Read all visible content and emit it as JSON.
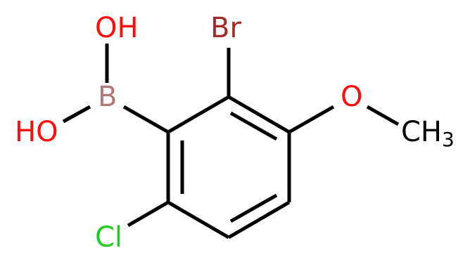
{
  "atoms": {
    "oh_top": {
      "text": "OH",
      "color": "#ff0d0d"
    },
    "oh_left": {
      "text": "HO",
      "color": "#ff0d0d"
    },
    "boron": {
      "text": "B",
      "color": "#b07a78"
    },
    "bromine": {
      "text": "Br",
      "color": "#a52a2a"
    },
    "oxygen": {
      "text": "O",
      "color": "#ff0d0d"
    },
    "methyl": {
      "text": "CH",
      "subscript": "3",
      "color": "#000000"
    },
    "chlorine": {
      "text": "Cl",
      "color": "#1fcc1f"
    }
  },
  "bond_color": "#000000"
}
